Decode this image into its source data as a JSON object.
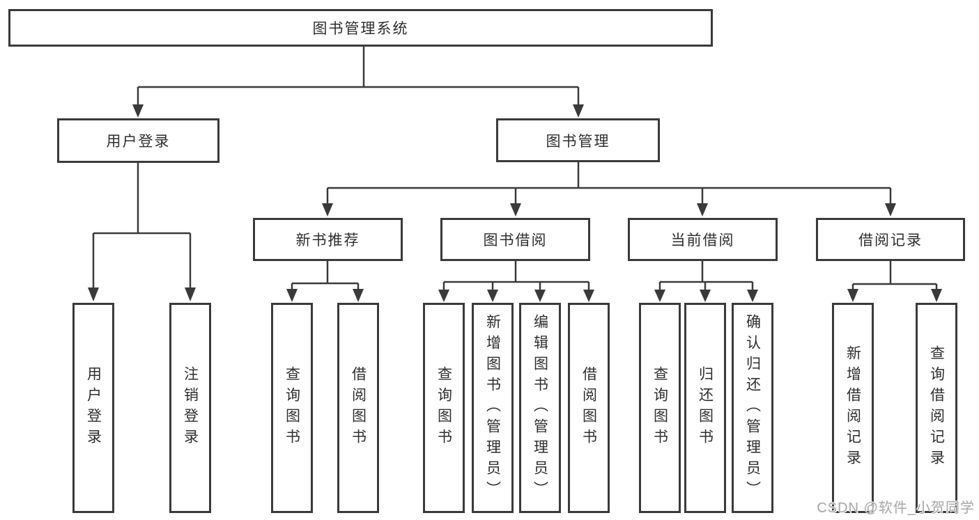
{
  "colors": {
    "line": "#3a3a3a",
    "text": "#2e2e2e",
    "background": "#ffffff",
    "watermark": "#a9a9a9"
  },
  "tree": {
    "root": {
      "label": "图书管理系统"
    },
    "branches": [
      {
        "label": "用户登录",
        "children": [
          {
            "label": "用户登录"
          },
          {
            "label": "注销登录"
          }
        ]
      },
      {
        "label": "图书管理",
        "children": [
          {
            "label": "新书推荐",
            "children": [
              {
                "label": "查询图书"
              },
              {
                "label": "借阅图书"
              }
            ]
          },
          {
            "label": "图书借阅",
            "children": [
              {
                "label": "查询图书"
              },
              {
                "label": "新增图书（管理员）"
              },
              {
                "label": "编辑图书（管理员）"
              },
              {
                "label": "借阅图书"
              }
            ]
          },
          {
            "label": "当前借阅",
            "children": [
              {
                "label": "查询图书"
              },
              {
                "label": "归还图书"
              },
              {
                "label": "确认归还（管理员）"
              }
            ]
          },
          {
            "label": "借阅记录",
            "children": [
              {
                "label": "新增借阅记录"
              },
              {
                "label": "查询借阅记录"
              }
            ]
          }
        ]
      }
    ]
  },
  "watermark": {
    "text": "CSDN @软件_小贺同学"
  }
}
